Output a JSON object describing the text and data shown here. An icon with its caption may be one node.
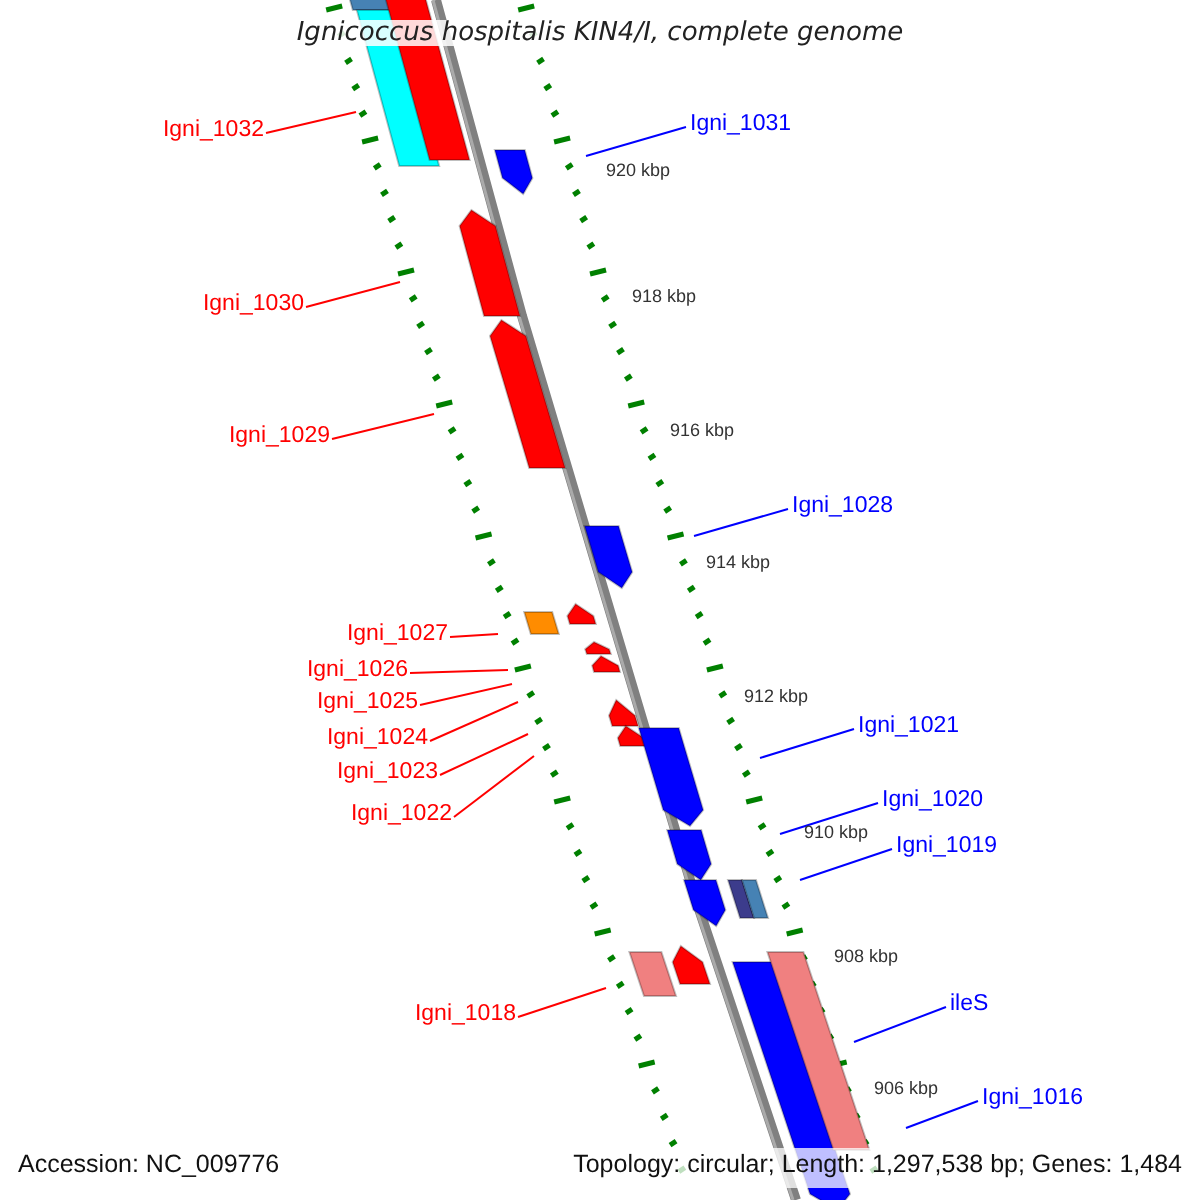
{
  "diagram": {
    "title": "Ignicoccus hospitalis KIN4/I, complete genome",
    "nodes": [
      {
        "text": [
          "Igni_1032"
        ]
      },
      {
        "text": [
          "Igni_1031"
        ]
      },
      {
        "text": [
          "Igni_1030"
        ]
      },
      {
        "text": [
          "Igni_1029"
        ]
      },
      {
        "text": [
          "Igni_1028"
        ]
      },
      {
        "text": [
          "Igni_1027"
        ]
      },
      {
        "text": [
          "Igni_1026"
        ]
      },
      {
        "text": [
          "Igni_1025"
        ]
      },
      {
        "text": [
          "Igni_1024"
        ]
      },
      {
        "text": [
          "Igni_1023"
        ]
      },
      {
        "text": [
          "Igni_1022"
        ]
      },
      {
        "text": [
          "Igni_1021"
        ]
      },
      {
        "text": [
          "Igni_1020"
        ]
      },
      {
        "text": [
          "Igni_1019"
        ]
      },
      {
        "text": [
          "Igni_1018"
        ]
      },
      {
        "text": [
          "ileS"
        ]
      },
      {
        "text": [
          "Igni_1016"
        ]
      }
    ],
    "edges": [
      {
        "from": 0,
        "to": null,
        "arrow": "none"
      },
      {
        "from": 1,
        "to": null,
        "arrow": "none",
        "color": "#0000ff"
      },
      {
        "from": 2,
        "to": null,
        "arrow": "none"
      },
      {
        "from": 3,
        "to": null,
        "arrow": "none"
      },
      {
        "from": 4,
        "to": null,
        "arrow": "none",
        "color": "#0000ff"
      },
      {
        "from": 5,
        "to": null,
        "arrow": "none"
      },
      {
        "from": 6,
        "to": null,
        "arrow": "none"
      },
      {
        "from": 7,
        "to": null,
        "arrow": "none"
      },
      {
        "from": 8,
        "to": null,
        "arrow": "none"
      },
      {
        "from": 9,
        "to": null,
        "arrow": "none"
      },
      {
        "from": 10,
        "to": null,
        "arrow": "none"
      },
      {
        "from": 11,
        "to": null,
        "arrow": "none",
        "color": "#0000ff"
      },
      {
        "from": 12,
        "to": null,
        "arrow": "none",
        "color": "#0000ff"
      },
      {
        "from": 13,
        "to": null,
        "arrow": "none",
        "color": "#0000ff"
      },
      {
        "from": 14,
        "to": null,
        "arrow": "none"
      },
      {
        "from": 15,
        "to": null,
        "arrow": "none",
        "color": "#0000ff"
      },
      {
        "from": 16,
        "to": null,
        "arrow": "none",
        "color": "#0000ff"
      }
    ],
    "labels": [
      "920 kbp",
      "918 kbp",
      "916 kbp",
      "914 kbp",
      "912 kbp",
      "910 kbp",
      "908 kbp",
      "906 kbp",
      "Accession: NC_009776",
      "Topology: circular; Length: 1,297,538 bp; Genes: 1,484"
    ]
  }
}
